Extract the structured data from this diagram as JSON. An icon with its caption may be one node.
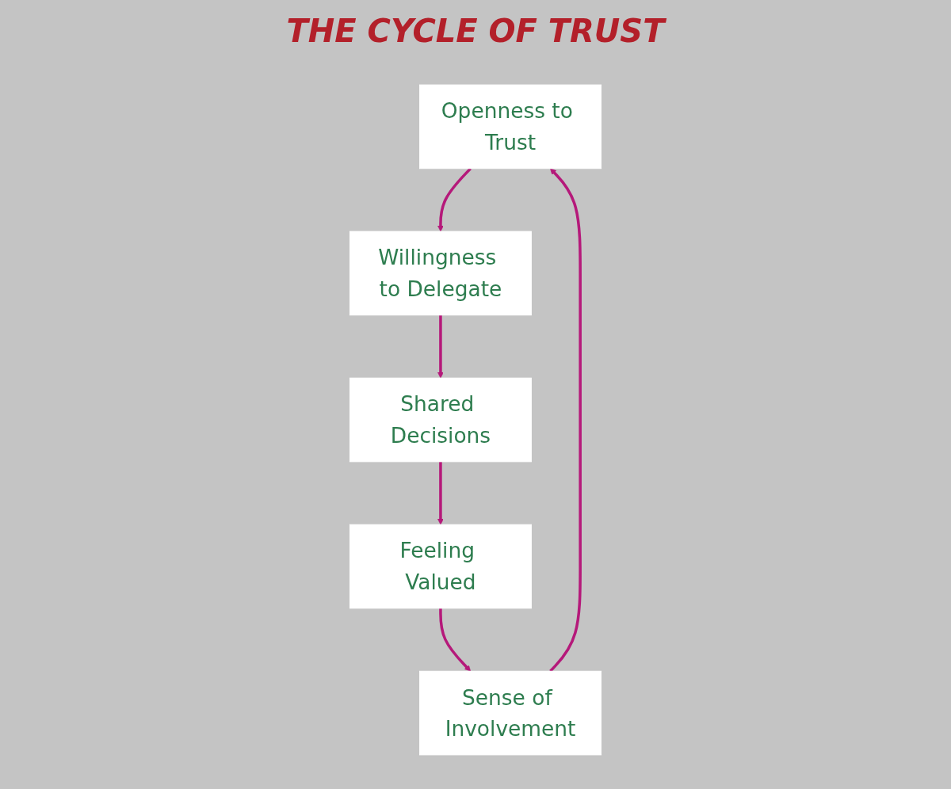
{
  "diagram": {
    "title": "THE CYCLE OF TRUST",
    "nodes": [
      {
        "text": [
          "Openness to Trust"
        ]
      },
      {
        "text": [
          "Willingness to Delegate"
        ]
      },
      {
        "text": [
          "Shared Decisions"
        ]
      },
      {
        "text": [
          "Feeling Valued"
        ]
      },
      {
        "text": [
          "Sense of Involvement"
        ]
      }
    ],
    "edges": [
      {
        "from": 0,
        "to": 1,
        "arrow": "to"
      },
      {
        "from": 1,
        "to": 2,
        "arrow": "to"
      },
      {
        "from": 2,
        "to": 3,
        "arrow": "to"
      },
      {
        "from": 3,
        "to": 4,
        "arrow": "to"
      },
      {
        "from": 4,
        "to": 0,
        "arrow": "to"
      }
    ]
  }
}
